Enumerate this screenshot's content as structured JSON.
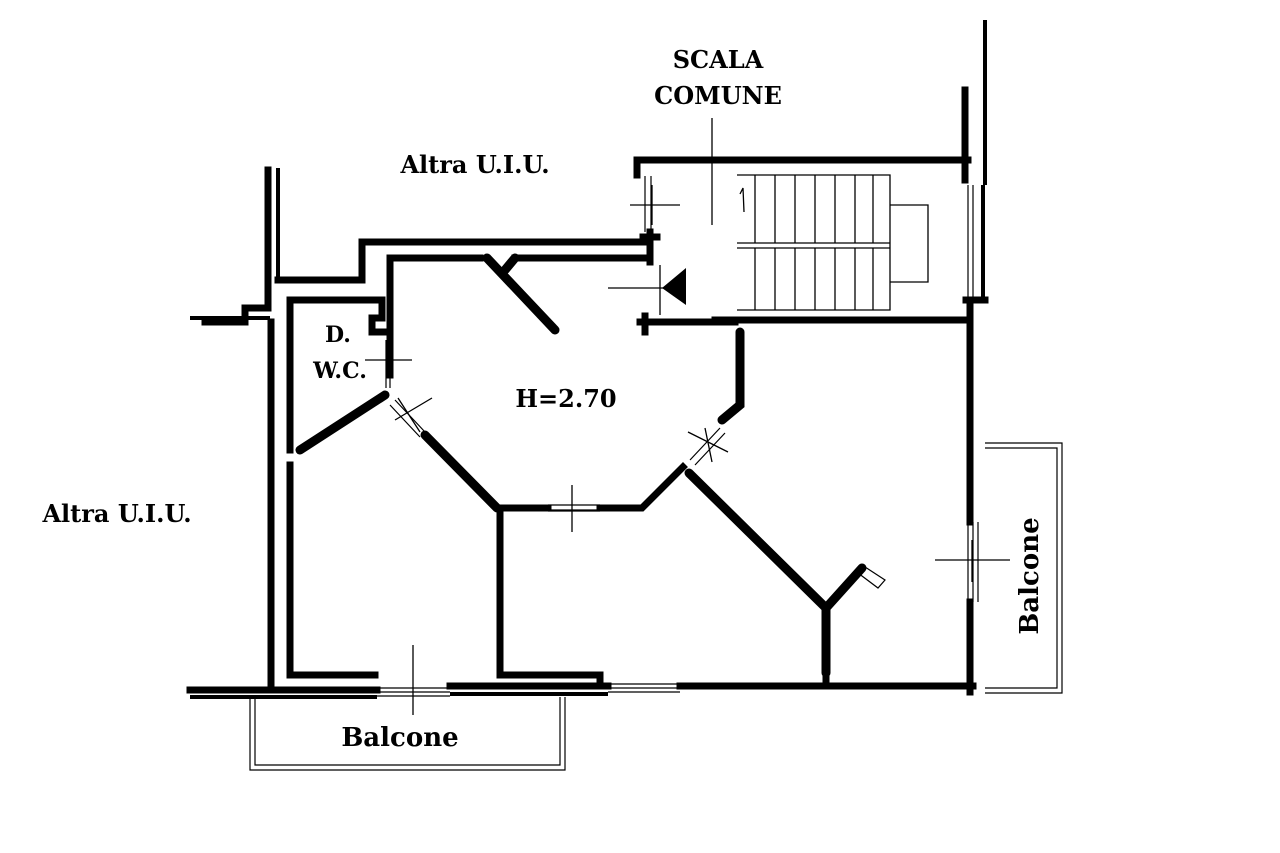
{
  "plan": {
    "labels": {
      "stair": [
        "SCALA",
        "COMUNE"
      ],
      "other_unit_top": "Altra U.I.U.",
      "other_unit_left": "Altra U.I.U.",
      "bathroom": [
        "D.",
        "W.C."
      ],
      "height": "H=2.70",
      "balcony_bottom": "Balcone",
      "balcony_right": "Balcone",
      "stair_marker": "1"
    }
  }
}
